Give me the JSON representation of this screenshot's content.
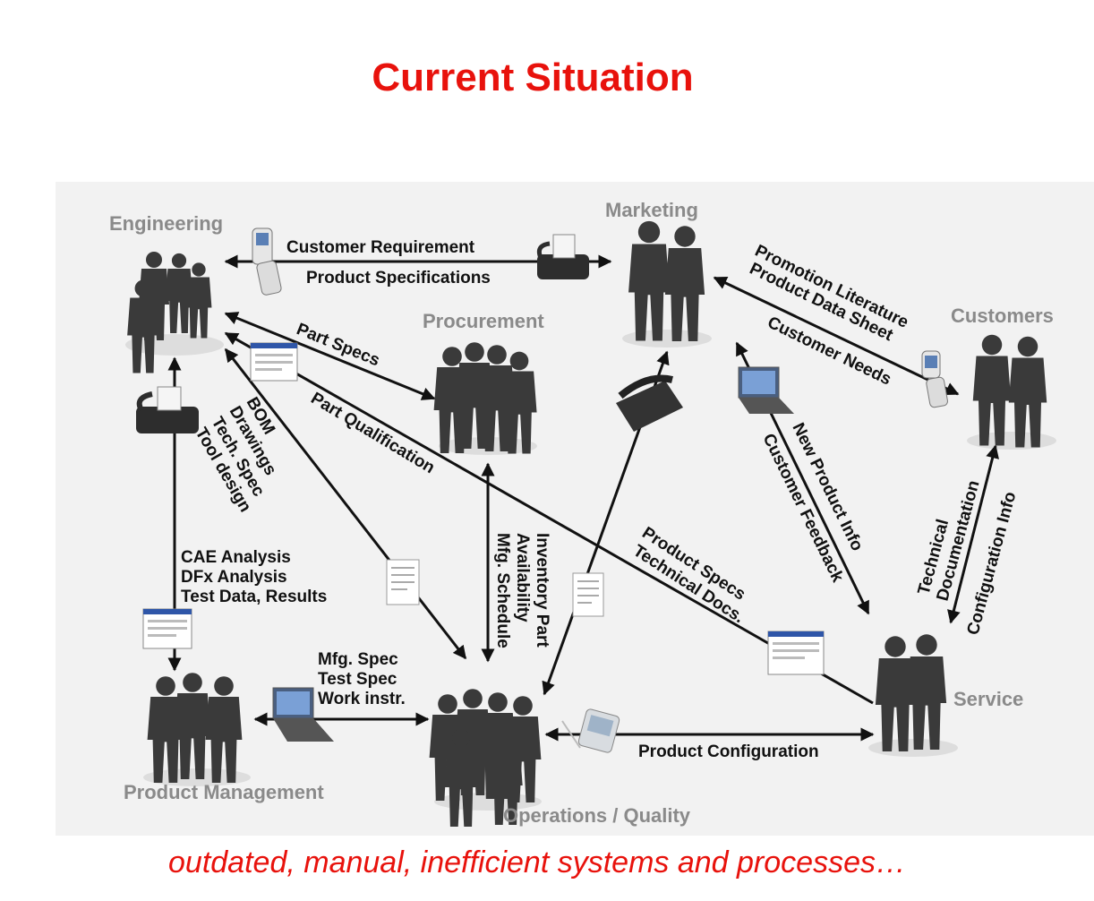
{
  "title": "Current Situation",
  "caption": "outdated, manual, inefficient systems and processes…",
  "colors": {
    "title": "#e8120c",
    "group_label": "#8a8a8a",
    "link_label": "#111111",
    "panel": "#f2f2f2"
  },
  "groups": {
    "engineering": "Engineering",
    "marketing": "Marketing",
    "procurement": "Procurement",
    "customers": "Customers",
    "service": "Service",
    "product_management": "Product Management",
    "operations": "Operations / Quality"
  },
  "links": {
    "customer_requirement": "Customer Requirement",
    "product_specifications": "Product Specifications",
    "part_specs": "Part Specs",
    "part_qualification": "Part Qualification",
    "bom": "BOM",
    "drawings": "Drawings",
    "tech_spec": "Tech. Spec",
    "tool_design": "Tool  design",
    "cae_analysis": "CAE Analysis",
    "dfx_analysis": "DFx Analysis",
    "test_data": "Test Data, Results",
    "promotion_literature": "Promotion Literature",
    "product_data_sheet": "Product Data Sheet",
    "customer_needs": "Customer Needs",
    "new_product_info": "New Product Info",
    "customer_feedback": "Customer Feedback",
    "technical": "Technical",
    "documentation": "Documentation",
    "configuration_info": "Configuration Info",
    "inventory_part": "Inventory Part",
    "availability": "Availability",
    "mfg_schedule": "Mfg. Schedule",
    "product_specs": "Product Specs",
    "technical_docs": "Technical Docs.",
    "mfg_spec": "Mfg. Spec",
    "test_spec": "Test Spec",
    "work_instr": "Work instr.",
    "product_configuration": "Product Configuration"
  },
  "icons": [
    "mobile-phone-icon",
    "fax-machine-icon",
    "desk-phone-icon",
    "laptop-icon",
    "document-icon",
    "screen-window-icon",
    "pda-icon",
    "people-group-icon"
  ]
}
